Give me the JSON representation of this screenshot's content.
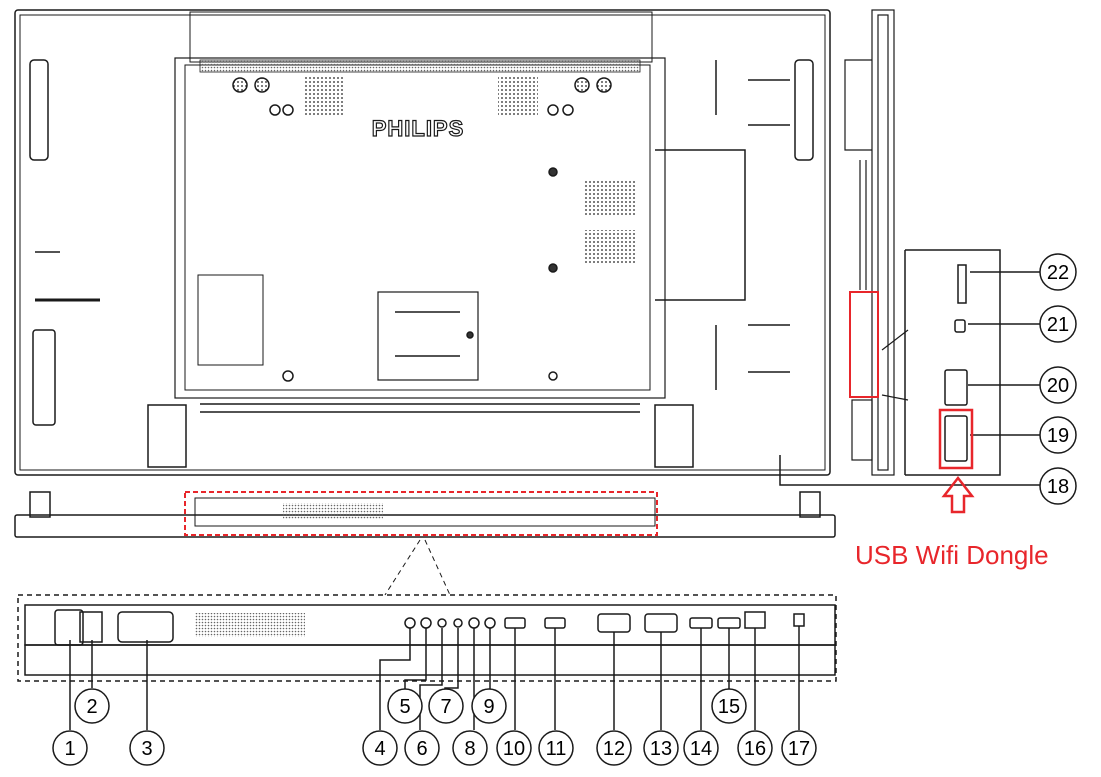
{
  "brand_logo": "PHILIPS",
  "callouts": [
    "1",
    "2",
    "3",
    "4",
    "5",
    "6",
    "7",
    "8",
    "9",
    "10",
    "11",
    "12",
    "13",
    "14",
    "15",
    "16",
    "17",
    "18",
    "19",
    "20",
    "21",
    "22"
  ],
  "caption": "USB Wifi Dongle",
  "colors": {
    "line": "#1a1a1a",
    "highlight": "#e8262b",
    "vent": "#555555",
    "background": "#ffffff"
  },
  "icons": [
    "philips-logo",
    "up-arrow-icon",
    "usb-port-icon",
    "hdmi-port-icon",
    "dvi-port-icon",
    "power-socket-icon"
  ]
}
